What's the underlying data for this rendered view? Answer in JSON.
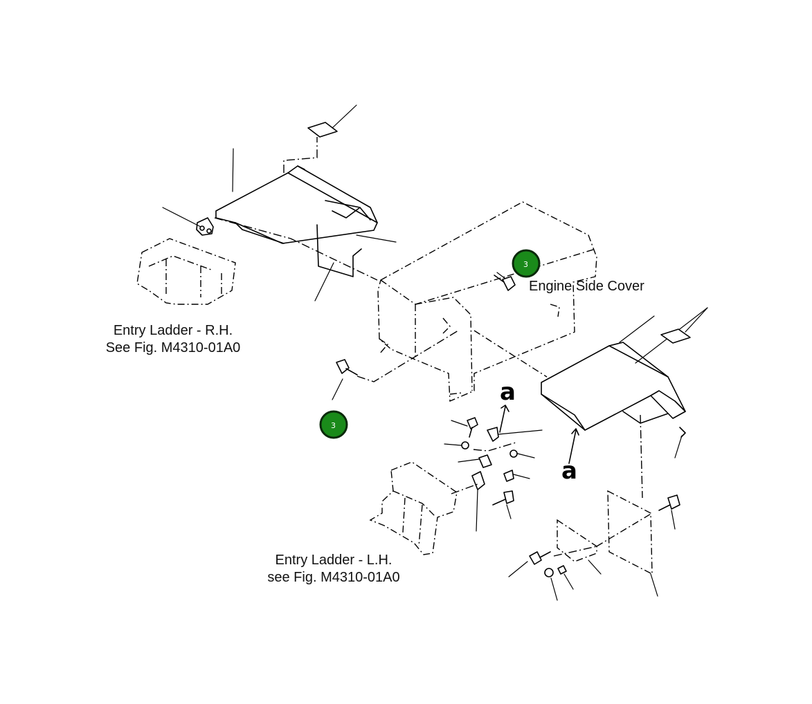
{
  "labels": {
    "engine_side_cover": "Engine Side Cover",
    "entry_ladder_rh_line1": "Entry Ladder - R.H.",
    "entry_ladder_rh_line2": "See Fig. M4310-01A0",
    "entry_ladder_lh_line1": "Entry Ladder - L.H.",
    "entry_ladder_lh_line2": "see Fig. M4310-01A0"
  },
  "detail_letters": {
    "upper": "a",
    "lower": "a"
  },
  "callouts": [
    {
      "number": "3",
      "color": "#1a8a1a"
    },
    {
      "number": "3",
      "color": "#1a8a1a"
    }
  ]
}
